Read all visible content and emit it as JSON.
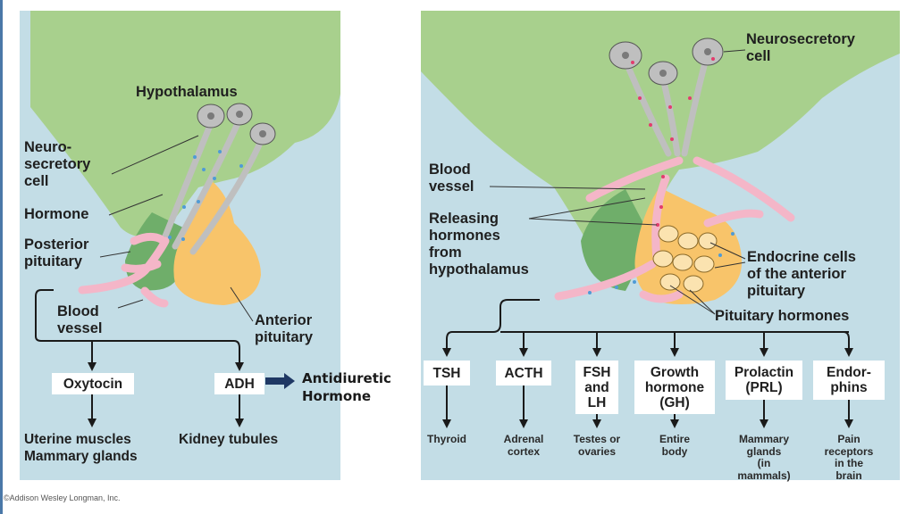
{
  "left": {
    "hypothalamus": "Hypothalamus",
    "neurosecretory_cell": "Neuro-\nsecretory\ncell",
    "hormone": "Hormone",
    "posterior_pituitary": "Posterior\npituitary",
    "blood_vessel": "Blood\nvessel",
    "anterior_pituitary": "Anterior\npituitary",
    "hormones": [
      "Oxytocin",
      "ADH"
    ],
    "targets": [
      "Uterine muscles\nMammary glands",
      "Kidney tubules"
    ]
  },
  "annotation": {
    "text": "Antidiuretic\nHormone",
    "arrow_color": "#1f3864"
  },
  "right": {
    "neurosecretory_cell": "Neurosecretory\ncell",
    "blood_vessel": "Blood\nvessel",
    "releasing_hormones": "Releasing\nhormones\nfrom\nhypothalamus",
    "endocrine_cells": "Endocrine cells\nof the anterior\npituitary",
    "pituitary_hormones": "Pituitary hormones",
    "hormones": [
      {
        "label": "TSH",
        "target": "Thyroid"
      },
      {
        "label": "ACTH",
        "target": "Adrenal\ncortex"
      },
      {
        "label": "FSH\nand\nLH",
        "target": "Testes or\novaries"
      },
      {
        "label": "Growth\nhormone\n(GH)",
        "target": "Entire\nbody"
      },
      {
        "label": "Prolactin\n(PRL)",
        "target": "Mammary\nglands\n(in\nmammals)"
      },
      {
        "label": "Endor-\nphins",
        "target": "Pain\nreceptors\nin the\nbrain"
      }
    ]
  },
  "credit": "©Addison Wesley Longman, Inc.",
  "colors": {
    "panel": "#c3dde6",
    "hypothalamus": "#a8d08d",
    "posterior": "#6fae6a",
    "anterior": "#f8c46a",
    "vessel": "#f4b6c8",
    "neuron": "#bfbfbf"
  }
}
